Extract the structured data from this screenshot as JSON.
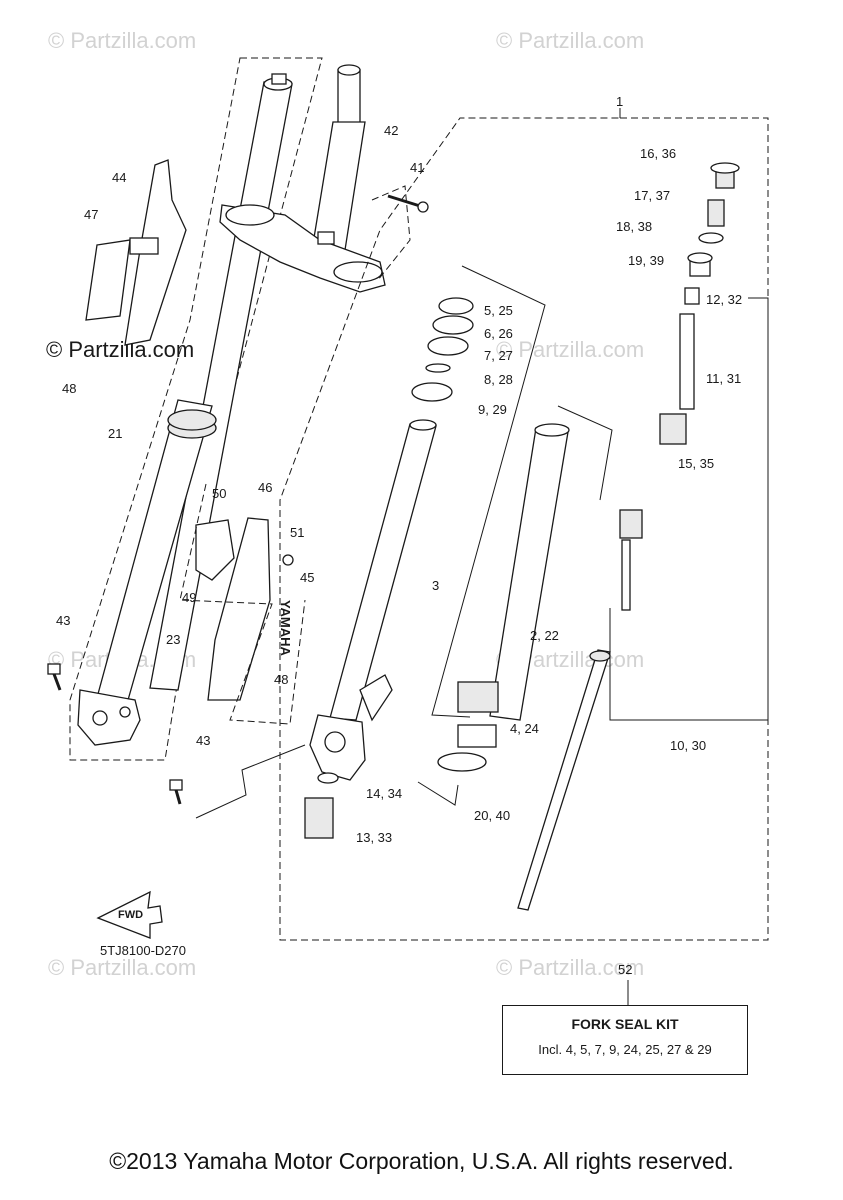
{
  "watermarks": [
    "© Partzilla.com",
    "© Partzilla.com",
    "© Partzilla.com",
    "© Partzilla.com",
    "© Partzilla.com",
    "© Partzilla.com",
    "© Partzilla.com",
    "© Partzilla.com"
  ],
  "watermark_strong": "© Partzilla.com",
  "part_labels": [
    "1",
    "42",
    "41",
    "44",
    "47",
    "48",
    "21",
    "16, 36",
    "17, 37",
    "18, 38",
    "19, 39",
    "12, 32",
    "11, 31",
    "15, 35",
    "5, 25",
    "6, 26",
    "7, 27",
    "8, 28",
    "9, 29",
    "3",
    "2, 22",
    "4, 24",
    "10, 30",
    "50",
    "46",
    "51",
    "49",
    "45",
    "43",
    "23",
    "48",
    "43",
    "14, 34",
    "13, 33",
    "20, 40",
    "52"
  ],
  "diagram_code": "5TJ8100-D270",
  "fwd_label": "FWD",
  "kit": {
    "title": "FORK SEAL KIT",
    "description": "Incl. 4, 5, 7, 9, 24, 25, 27 & 29"
  },
  "copyright": "©2013 Yamaha Motor Corporation, U.S.A. All rights reserved."
}
